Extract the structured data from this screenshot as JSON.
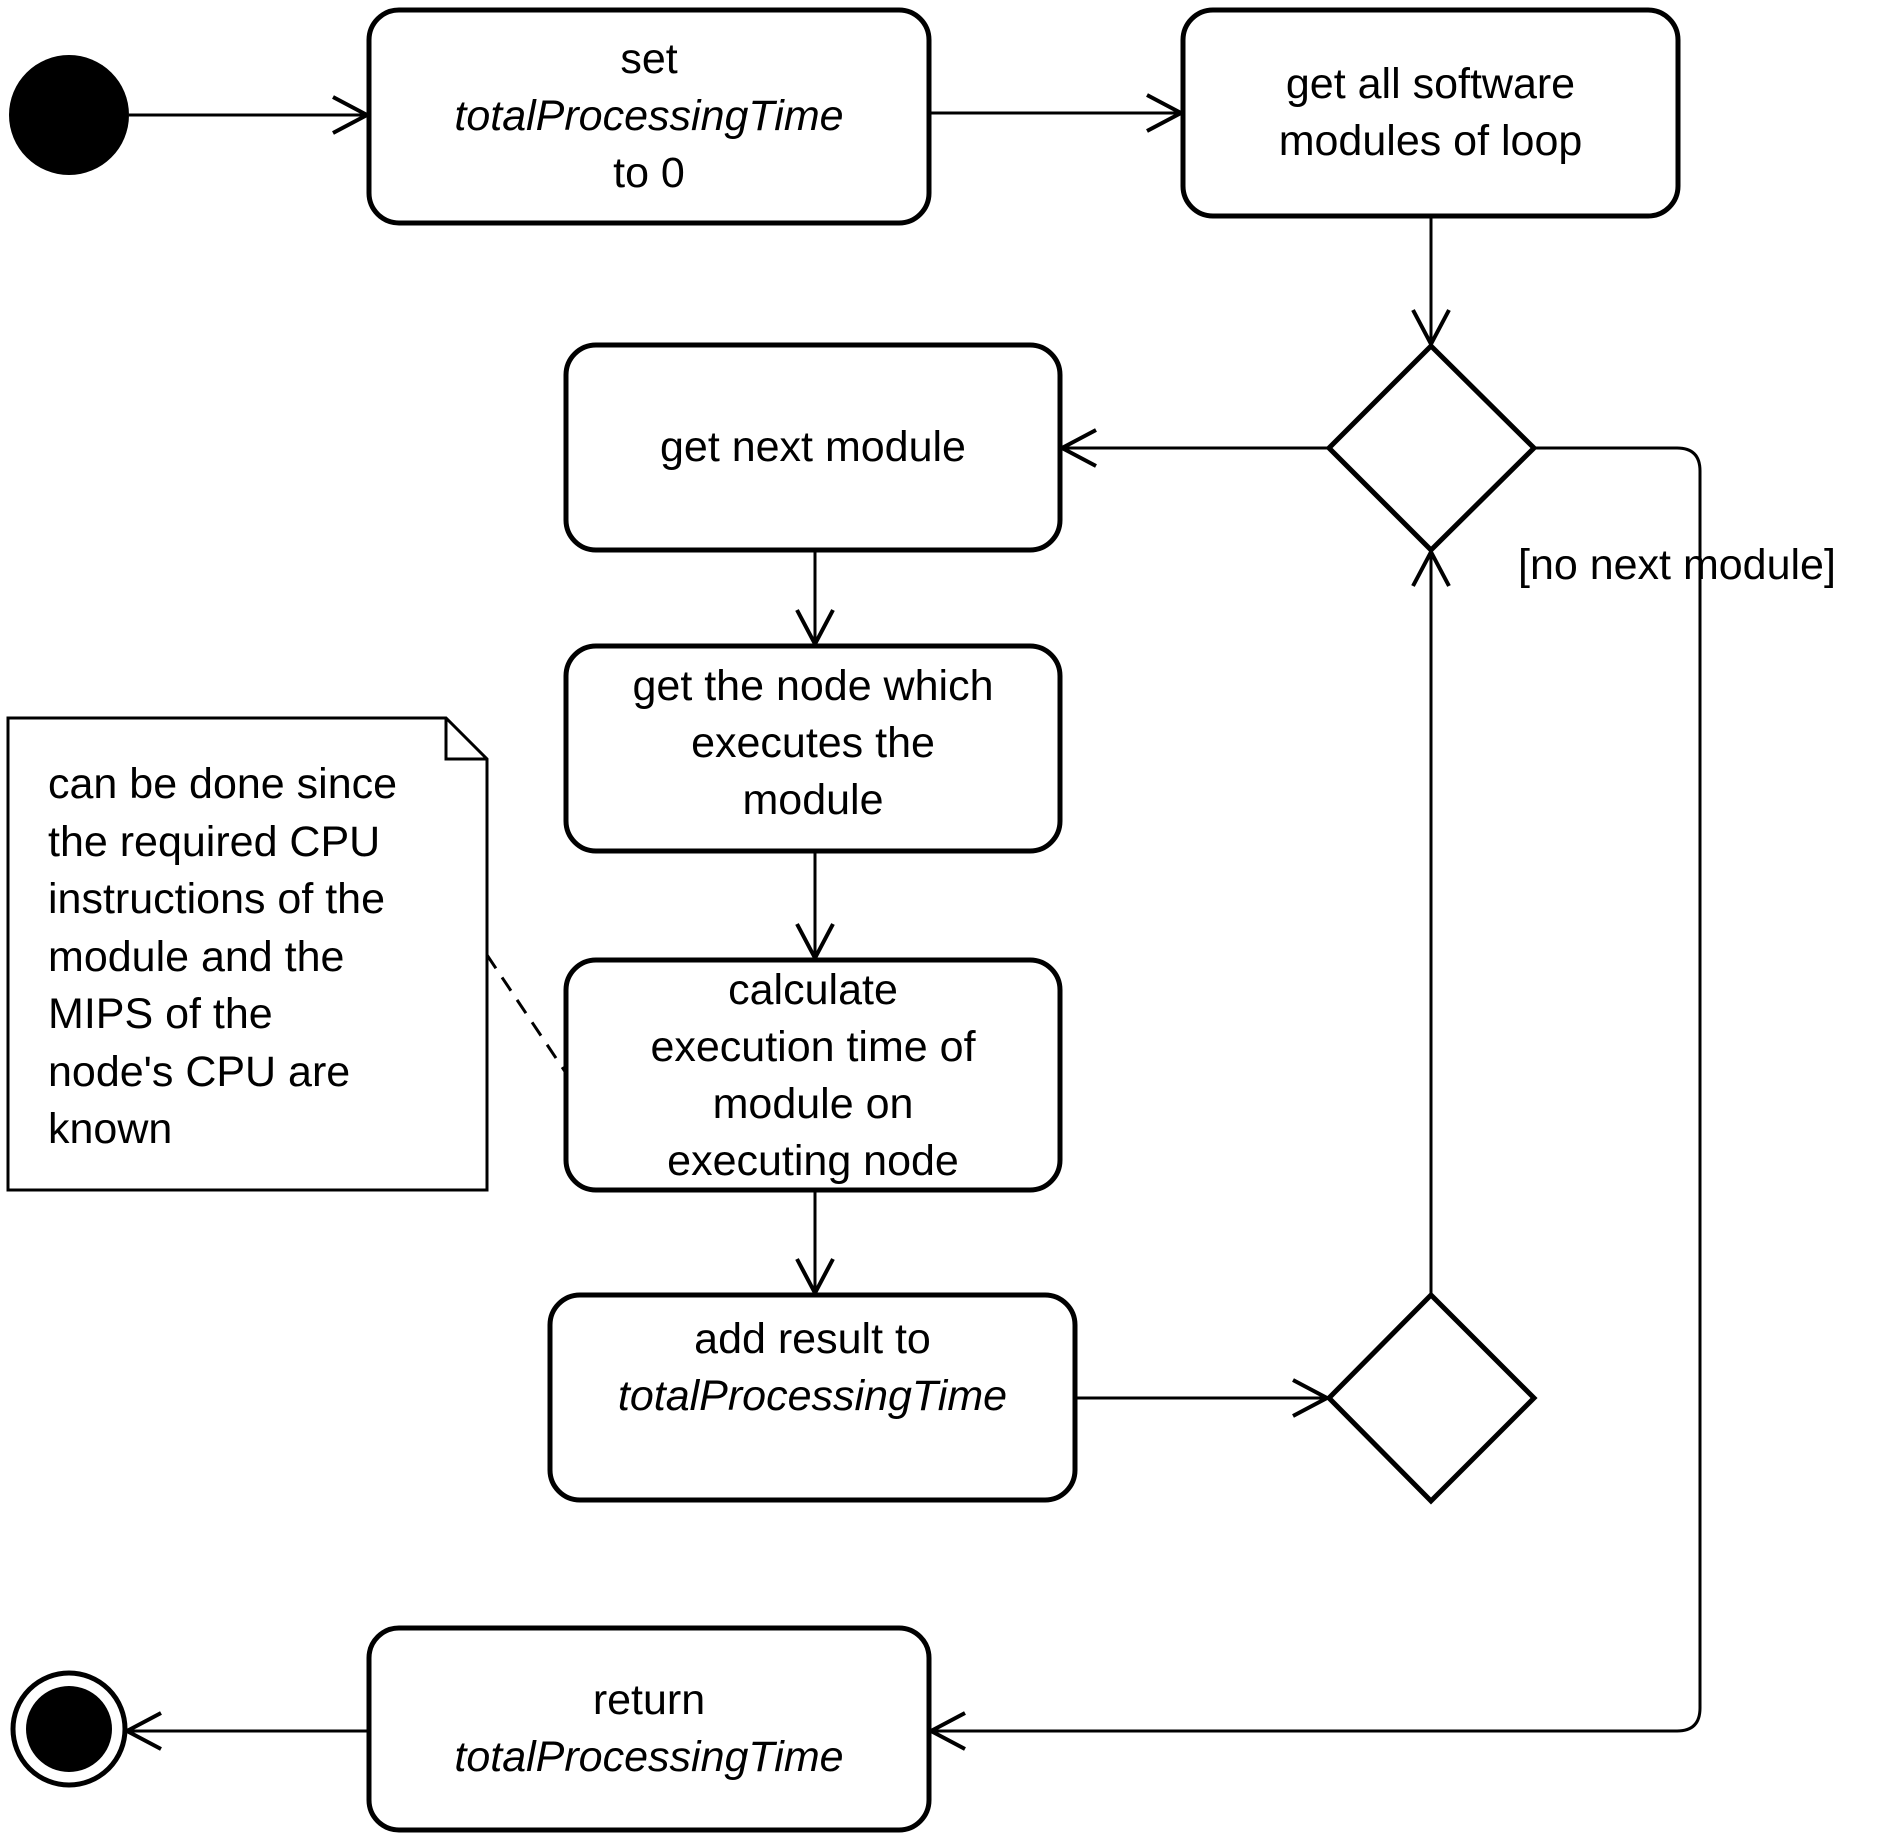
{
  "actions": {
    "init_total": [
      "set",
      "totalProcessingTime",
      "to 0"
    ],
    "get_modules": [
      "get all software",
      "modules of loop"
    ],
    "get_next": [
      "get next module"
    ],
    "get_node": [
      "get the node which",
      "executes the",
      "module"
    ],
    "calc_time": [
      "calculate",
      "execution time of",
      "module on",
      "executing node"
    ],
    "add_result": [
      "add result to",
      "totalProcessingTime"
    ],
    "return_total": [
      "return",
      "totalProcessingTime"
    ]
  },
  "guard": "[no next module]",
  "note": [
    "can be done since",
    "the required CPU",
    "instructions of the",
    "module and the",
    "MIPS of the",
    "node's CPU are",
    "known"
  ]
}
